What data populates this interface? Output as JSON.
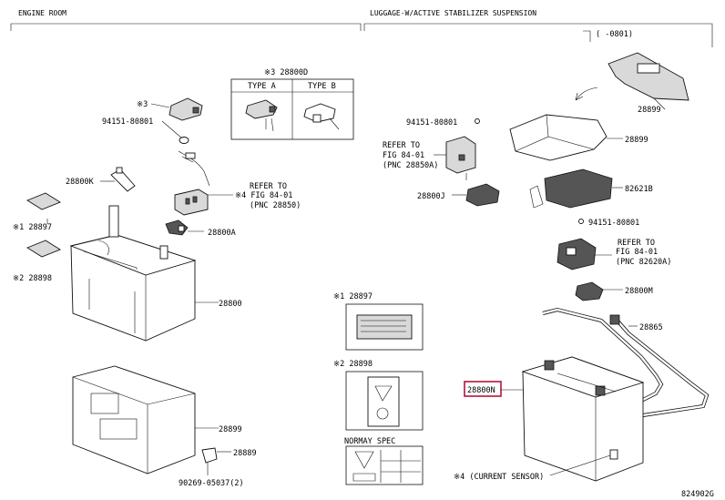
{
  "sections": {
    "left": "ENGINE ROOM",
    "right": "LUGGAGE-W/ACTIVE STABILIZER SUSPENSION",
    "range": "(    -0801)"
  },
  "callouts": {
    "c28800D": "※3 28800D",
    "typeA": "TYPE A",
    "typeB": "TYPE B",
    "n3": "※3",
    "c94151_l": "94151-80801",
    "c28800K": "28800K",
    "refer_l1": "REFER TO",
    "refer_l2": "※4 FIG 84-01",
    "refer_l3": "(PNC 28850)",
    "c28800A": "28800A",
    "c28897": "※1 28897",
    "c28898": "※2 28898",
    "c28800": "28800",
    "c28899_l": "28899",
    "c28889": "28889",
    "c90269": "90269-05037(2)",
    "box1": "※1  28897",
    "box2": "※2  28898",
    "normay": "NORMAY SPEC",
    "c28899_r1": "28899",
    "c94151_r1": "94151-80801",
    "referA_1": "REFER TO",
    "referA_2": "FIG 84-01",
    "referA_3": "(PNC 28850A)",
    "c28899_r2": "28899",
    "c82621B": "82621B",
    "c28800J": "28800J",
    "c94151_r2": "94151-80801",
    "referB_1": "REFER TO",
    "referB_2": "FIG 84-01",
    "referB_3": "(PNC 82620A)",
    "c28800M": "28800M",
    "c28865": "28865",
    "c28800N": "28800N",
    "sensor": "※4 (CURRENT SENSOR)",
    "figid": "824902G"
  }
}
